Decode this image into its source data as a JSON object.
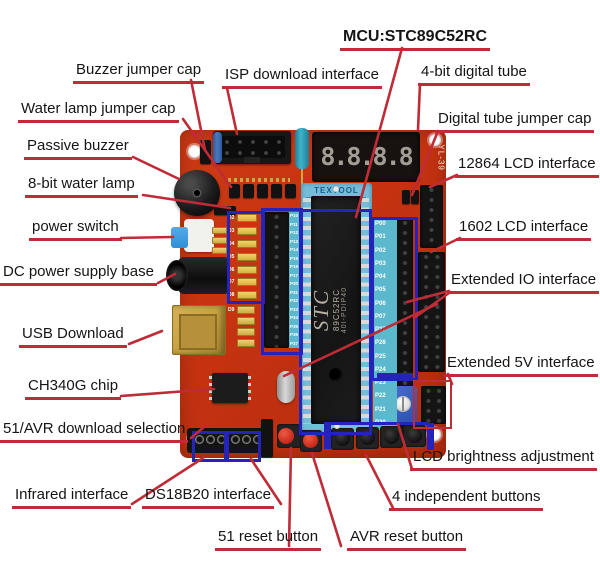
{
  "title": "MCU:STC89C52RC",
  "labels": {
    "buzzer_jumper_cap": "Buzzer jumper cap",
    "isp_download": "ISP download interface",
    "four_bit_tube": "4-bit digital tube",
    "water_lamp_jumper_cap": "Water lamp jumper cap",
    "digital_tube_jumper_cap": "Digital tube jumper cap",
    "lcd_12864": "12864 LCD interface",
    "passive_buzzer": "Passive buzzer",
    "lcd_1602": "1602 LCD interface",
    "water_lamp_8bit": "8-bit water lamp",
    "power_switch": "power switch",
    "extended_io": "Extended IO interface",
    "dc_power": "DC power supply base",
    "usb_download": "USB Download",
    "extended_5v": "Extended 5V interface",
    "ch340g": "CH340G chip",
    "avr51_selection": "51/AVR download selection",
    "lcd_brightness": "LCD brightness adjustment",
    "four_buttons": "4 independent buttons",
    "infrared": "Infrared interface",
    "ds18b20": "DS18B20 interface",
    "reset_51": "51 reset button",
    "avr_reset": "AVR reset button"
  },
  "board": {
    "model_silkscreen": "YL-39",
    "socket_text": "TEXTOOL",
    "display_digits": "8.8.8.8",
    "chip": {
      "line1": "STC",
      "line2": "89C52RC",
      "line3": "40I-PDIP40"
    },
    "right_pin_labels": [
      "P00",
      "P01",
      "P02",
      "P03",
      "P04",
      "P05",
      "P06",
      "P07",
      "P27",
      "P26",
      "P25",
      "P24",
      "P23",
      "P22",
      "P21",
      "P20"
    ],
    "left_pin_labels": [
      "P10",
      "P11",
      "P12",
      "P13",
      "P14",
      "P15",
      "P16",
      "P17",
      "P30",
      "P31",
      "P32",
      "P33",
      "P34",
      "P35",
      "P36",
      "P37"
    ],
    "led_labels": [
      "D2",
      "D3",
      "D4",
      "D5",
      "D6",
      "D7",
      "D8"
    ],
    "led_label_extra": "D9"
  },
  "colors": {
    "board_red": "#c43210",
    "leader_red": "#bf2b36",
    "annotation_blue": "#2424bb",
    "zif_blue": "#74bcd8",
    "button_red": "#c6271a",
    "switch_blue": "#2f8fd8"
  }
}
